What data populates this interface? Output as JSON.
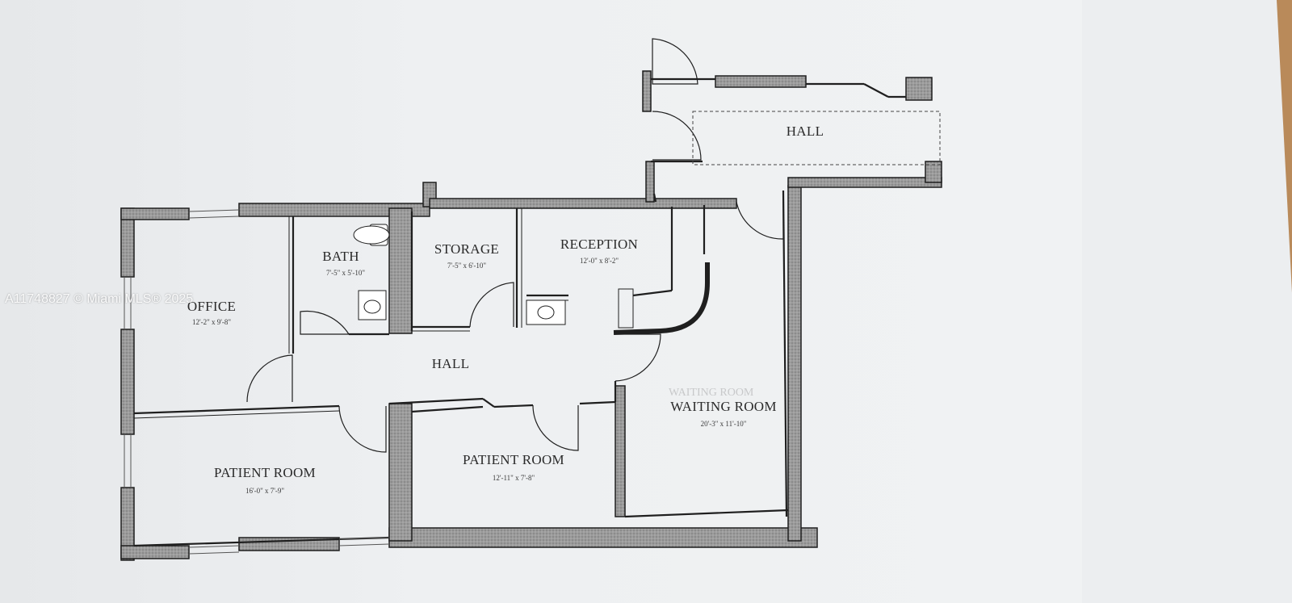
{
  "rooms": {
    "hall_upper": {
      "label": "HALL"
    },
    "bath": {
      "label": "BATH",
      "dim": "7'-5\" x 5'-10\""
    },
    "storage": {
      "label": "STORAGE",
      "dim": "7'-5\" x 6'-10\""
    },
    "reception": {
      "label": "RECEPTION",
      "dim": "12'-0\" x 8'-2\""
    },
    "office": {
      "label": "OFFICE",
      "dim": "12'-2\" x 9'-8\""
    },
    "hall_main": {
      "label": "HALL"
    },
    "waiting_room": {
      "label": "WAITING ROOM",
      "dim": "20'-3\" x 11'-10\""
    },
    "patient_room_1": {
      "label": "PATIENT ROOM",
      "dim": "16'-0\" x 7'-9\""
    },
    "patient_room_2": {
      "label": "PATIENT ROOM",
      "dim": "12'-11\" x 7'-8\""
    }
  },
  "watermark": "A11748827 © Miami MLS® 2025",
  "colors": {
    "wall": "#8a8a8a",
    "line": "#1f1f1f",
    "paper": "#eef0f2"
  }
}
